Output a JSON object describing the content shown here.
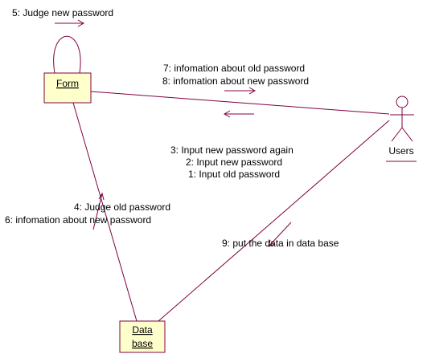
{
  "objects": {
    "form": {
      "label": "Form"
    },
    "database": {
      "line1": "Data",
      "line2": "base"
    },
    "users": {
      "label": "Users"
    }
  },
  "messages": {
    "m5": "5: Judge new password",
    "m7": "7: infomation about old password",
    "m8": "8: infomation about new password",
    "m3": "3: Input new password again",
    "m2": "2: Input new password",
    "m1": "1: Input old password",
    "m4": "4: Judge old password",
    "m6": "6: infomation about new password",
    "m9": "9: put the data in data base"
  },
  "colors": {
    "line": "#800040",
    "object_fill": "#ffffcc",
    "text": "#000000"
  }
}
